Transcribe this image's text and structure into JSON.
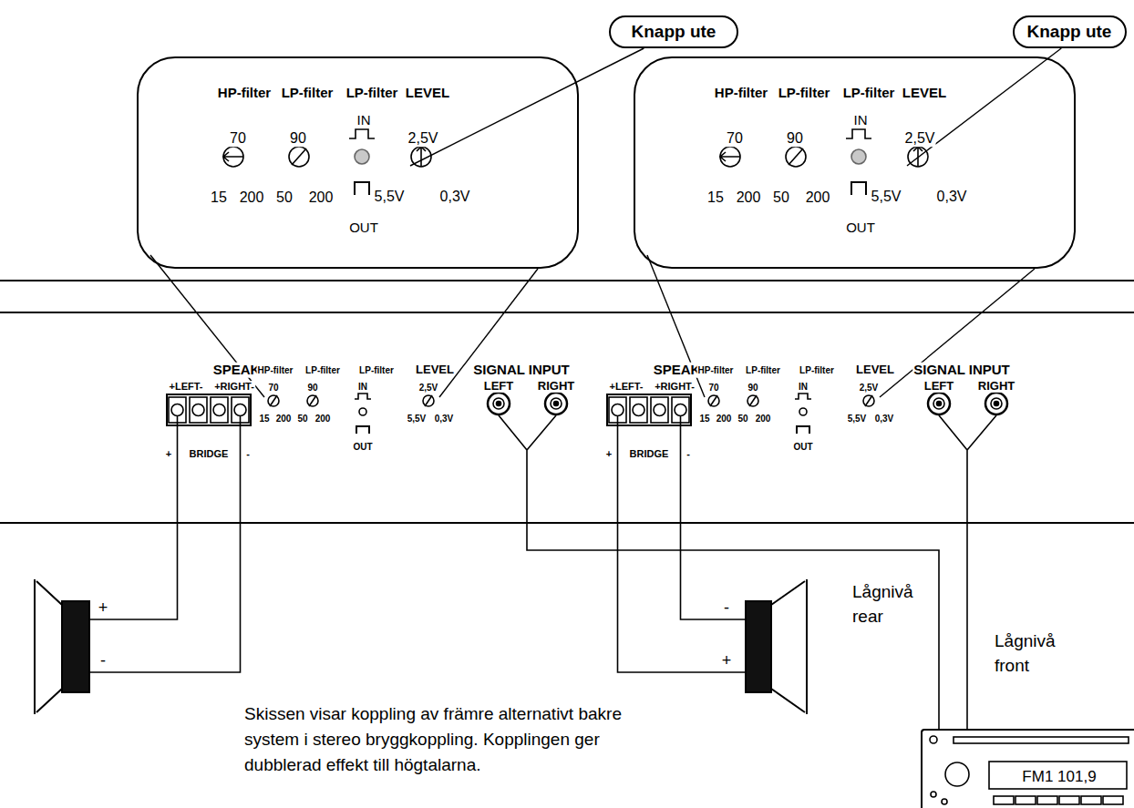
{
  "diagram": {
    "caption": "Skissen visar koppling av främre alternativt bakre system i stereo bryggkoppling. Kopplingen ger dubblerad effekt till högtalarna.",
    "nodes": [
      {
        "text": [
          "Knapp ute"
        ]
      },
      {
        "text": [
          "Knapp ute"
        ]
      },
      {
        "text": [
          "HP-filter",
          "LP-filter",
          "LP-filter",
          "LEVEL",
          "70",
          "15",
          "200",
          "90",
          "50",
          "200",
          "IN",
          "OUT",
          "2,5V",
          "5,5V",
          "0,3V"
        ]
      },
      {
        "text": [
          "HP-filter",
          "LP-filter",
          "LP-filter",
          "LEVEL",
          "70",
          "15",
          "200",
          "90",
          "50",
          "200",
          "IN",
          "OUT",
          "2,5V",
          "5,5V",
          "0,3V"
        ]
      },
      {
        "text": [
          "SPEAKERS",
          "+LEFT-",
          "+RIGHT-",
          "+",
          "BRIDGE",
          "-",
          "HP-filter",
          "LP-filter",
          "LP-filter",
          "70",
          "15",
          "200",
          "90",
          "50",
          "200",
          "IN",
          "OUT",
          "LEVEL",
          "2,5V",
          "5,5V",
          "0,3V",
          "SIGNAL INPUT",
          "LEFT",
          "RIGHT",
          "SPEAKERS",
          "+LEFT-",
          "+RIGHT-",
          "+",
          "BRIDGE",
          "-",
          "HP-filter",
          "LP-filter",
          "LP-filter",
          "70",
          "15",
          "200",
          "90",
          "50",
          "200",
          "IN",
          "OUT",
          "LEVEL",
          "2,5V",
          "5,5V",
          "0,3V",
          "SIGNAL INPUT",
          "LEFT",
          "RIGHT"
        ]
      },
      {
        "text": [
          "FM1 101,9"
        ]
      }
    ],
    "edges": [
      {
        "from": 0,
        "to": 2,
        "arrow": "none"
      },
      {
        "from": 1,
        "to": 3,
        "arrow": "none"
      },
      {
        "from": 4,
        "to": 5,
        "arrow": "none",
        "label": "Lågnivå rear"
      },
      {
        "from": 4,
        "to": 5,
        "arrow": "none",
        "label": "Lågnivå front"
      }
    ],
    "labels": [
      "+",
      "-",
      "-",
      "+"
    ]
  }
}
